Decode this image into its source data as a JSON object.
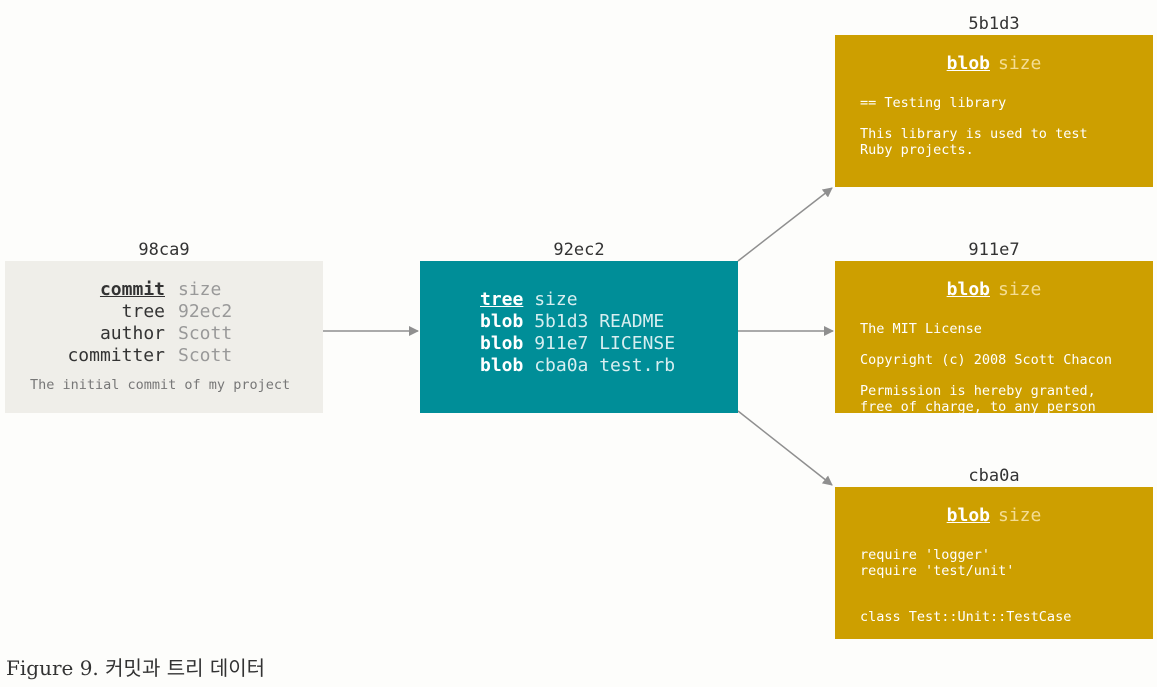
{
  "commit": {
    "hash": "98ca9",
    "rows": [
      {
        "key": "commit",
        "value": "size"
      },
      {
        "key": "tree",
        "value": "92ec2"
      },
      {
        "key": "author",
        "value": "Scott"
      },
      {
        "key": "committer",
        "value": "Scott"
      }
    ],
    "message": "The initial commit of my project"
  },
  "tree": {
    "hash": "92ec2",
    "rows": [
      {
        "key": "tree",
        "value": "size"
      },
      {
        "key": "blob",
        "value": "5b1d3 README"
      },
      {
        "key": "blob",
        "value": "911e7 LICENSE"
      },
      {
        "key": "blob",
        "value": "cba0a test.rb"
      }
    ]
  },
  "blobs": [
    {
      "hash": "5b1d3",
      "key": "blob",
      "size": "size",
      "lines": [
        "== Testing library",
        "This library is used to test",
        "Ruby projects."
      ]
    },
    {
      "hash": "911e7",
      "key": "blob",
      "size": "size",
      "lines": [
        "The MIT License",
        "Copyright (c) 2008 Scott Chacon",
        "Permission is hereby granted,",
        "free of charge, to any person"
      ]
    },
    {
      "hash": "cba0a",
      "key": "blob",
      "size": "size",
      "lines": [
        "require 'logger'",
        "require 'test/unit'",
        "class Test::Unit::TestCase"
      ]
    }
  ],
  "caption": "Figure 9. 커밋과 트리 데이터",
  "colors": {
    "commit_fill": "#efeee9",
    "tree_fill": "#008e98",
    "blob_fill": "#cd9f00",
    "arrow": "#8f8f8f"
  }
}
